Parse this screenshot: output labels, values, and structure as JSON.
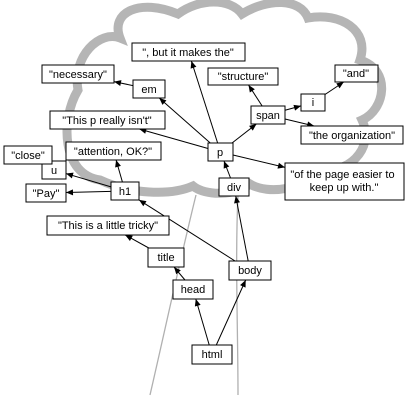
{
  "diagram": {
    "nodes": [
      {
        "id": "html",
        "label": "html"
      },
      {
        "id": "head",
        "label": "head"
      },
      {
        "id": "body",
        "label": "body"
      },
      {
        "id": "title",
        "label": "title"
      },
      {
        "id": "title_text",
        "label": "\"This is a little tricky\""
      },
      {
        "id": "div",
        "label": "div"
      },
      {
        "id": "h1",
        "label": "h1"
      },
      {
        "id": "u",
        "label": "u"
      },
      {
        "id": "close",
        "label": "\"close\""
      },
      {
        "id": "attention",
        "label": "\"attention, OK?\""
      },
      {
        "id": "pay",
        "label": "\"Pay\""
      },
      {
        "id": "p",
        "label": "p"
      },
      {
        "id": "p_text1",
        "label": "\"This p really isn't\""
      },
      {
        "id": "em",
        "label": "em"
      },
      {
        "id": "necessary",
        "label": "\"necessary\""
      },
      {
        "id": "but",
        "label": "\", but it makes the\""
      },
      {
        "id": "span",
        "label": "span"
      },
      {
        "id": "structure",
        "label": "\"structure\""
      },
      {
        "id": "i",
        "label": "i"
      },
      {
        "id": "and",
        "label": "\"and\""
      },
      {
        "id": "organization",
        "label": "\"the organization\""
      },
      {
        "id": "page_easier",
        "label": "\"of the page easier to\nkeep up with.\""
      }
    ],
    "edges": [
      [
        "html",
        "head"
      ],
      [
        "html",
        "body"
      ],
      [
        "head",
        "title"
      ],
      [
        "title",
        "title_text"
      ],
      [
        "body",
        "div"
      ],
      [
        "body",
        "h1"
      ],
      [
        "h1",
        "u"
      ],
      [
        "h1",
        "pay"
      ],
      [
        "h1",
        "attention"
      ],
      [
        "u",
        "close"
      ],
      [
        "div",
        "p"
      ],
      [
        "p",
        "p_text1"
      ],
      [
        "p",
        "em"
      ],
      [
        "p",
        "but"
      ],
      [
        "p",
        "span"
      ],
      [
        "p",
        "page_easier"
      ],
      [
        "em",
        "necessary"
      ],
      [
        "span",
        "structure"
      ],
      [
        "span",
        "i"
      ],
      [
        "span",
        "organization"
      ],
      [
        "i",
        "and"
      ]
    ]
  }
}
